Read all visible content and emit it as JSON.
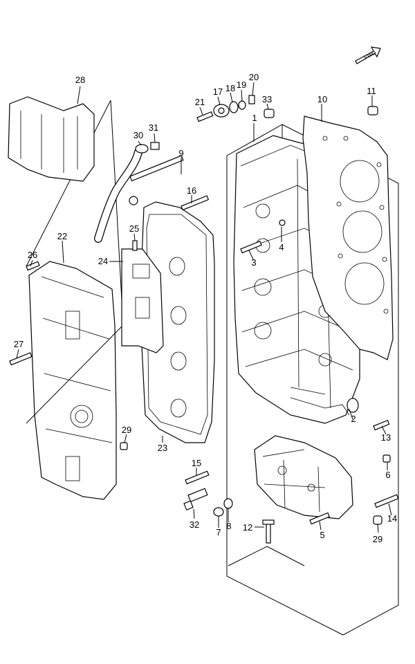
{
  "fwd_badge": {
    "text": "FWD"
  },
  "callouts": [
    {
      "id": "1",
      "text": "1"
    },
    {
      "id": "2",
      "text": "2"
    },
    {
      "id": "3",
      "text": "3"
    },
    {
      "id": "4",
      "text": "4"
    },
    {
      "id": "5",
      "text": "5"
    },
    {
      "id": "6",
      "text": "6"
    },
    {
      "id": "7",
      "text": "7"
    },
    {
      "id": "8",
      "text": "8"
    },
    {
      "id": "9",
      "text": "9"
    },
    {
      "id": "10",
      "text": "10"
    },
    {
      "id": "11",
      "text": "11"
    },
    {
      "id": "12",
      "text": "12"
    },
    {
      "id": "13",
      "text": "13"
    },
    {
      "id": "14",
      "text": "14"
    },
    {
      "id": "15",
      "text": "15"
    },
    {
      "id": "16",
      "text": "16"
    },
    {
      "id": "17",
      "text": "17"
    },
    {
      "id": "18",
      "text": "18"
    },
    {
      "id": "19",
      "text": "19"
    },
    {
      "id": "20",
      "text": "20"
    },
    {
      "id": "21",
      "text": "21"
    },
    {
      "id": "22",
      "text": "22"
    },
    {
      "id": "23",
      "text": "23"
    },
    {
      "id": "24",
      "text": "24"
    },
    {
      "id": "25",
      "text": "25"
    },
    {
      "id": "26",
      "text": "26"
    },
    {
      "id": "27",
      "text": "27"
    },
    {
      "id": "28",
      "text": "28"
    },
    {
      "id": "29a",
      "text": "29"
    },
    {
      "id": "29b",
      "text": "29"
    },
    {
      "id": "30",
      "text": "30"
    },
    {
      "id": "31",
      "text": "31"
    },
    {
      "id": "32",
      "text": "32"
    },
    {
      "id": "33",
      "text": "33"
    }
  ]
}
